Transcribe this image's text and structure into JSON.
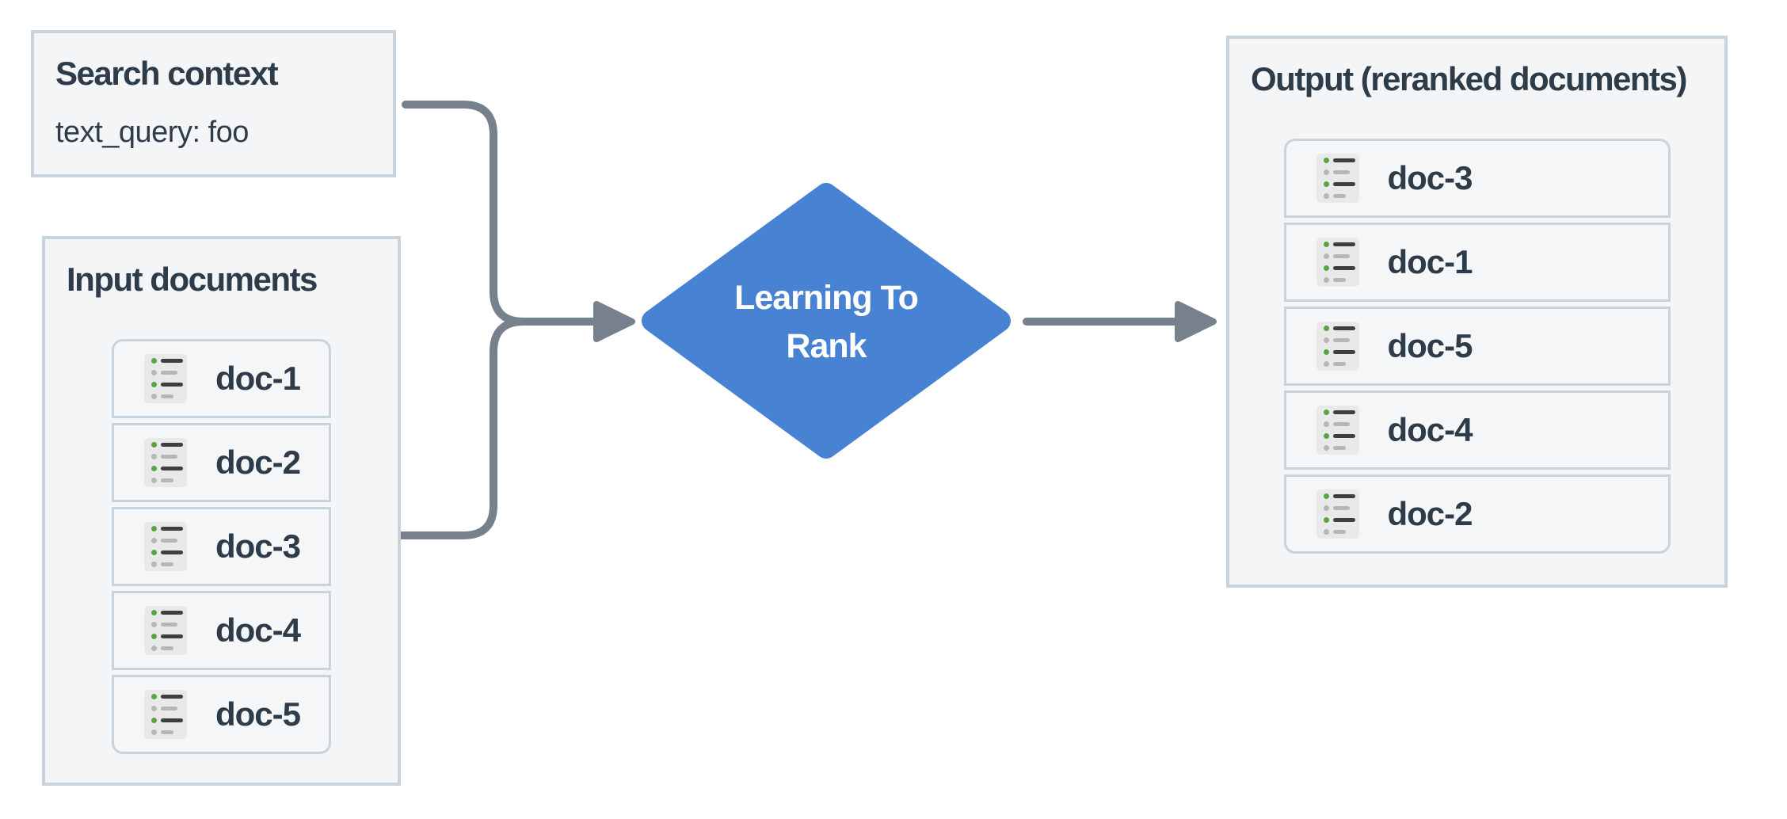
{
  "search_context": {
    "title": "Search context",
    "query": "text_query: foo"
  },
  "input_documents": {
    "title": "Input documents",
    "items": [
      "doc-1",
      "doc-2",
      "doc-3",
      "doc-4",
      "doc-5"
    ]
  },
  "process": {
    "label": "Learning To Rank",
    "line1": "Learning To",
    "line2": "Rank",
    "shape": "diamond"
  },
  "output_documents": {
    "title": "Output (reranked documents)",
    "items": [
      "doc-3",
      "doc-1",
      "doc-5",
      "doc-4",
      "doc-2"
    ]
  },
  "colors": {
    "diamond_fill": "#4782d3",
    "arrow": "#77818d",
    "box_background": "#f3f5f7",
    "box_border": "#c9d3dc",
    "text": "#2e3c4a",
    "diamond_text": "#ffffff",
    "icon_background": "#e9e9e9",
    "icon_green": "#5aa33f",
    "icon_gray": "#b6b6b6",
    "icon_dark": "#3d4043"
  }
}
